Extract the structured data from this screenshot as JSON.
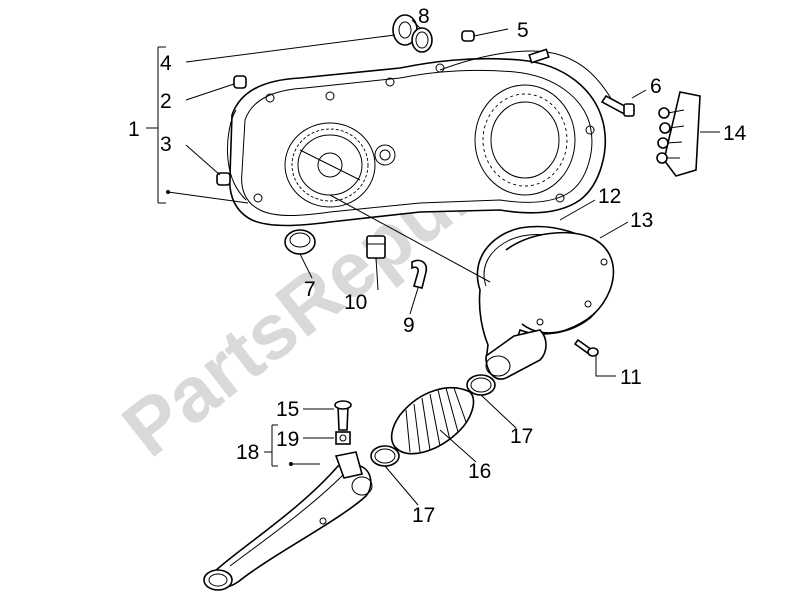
{
  "watermark": {
    "text": "PartsRepublik",
    "color": "#d9d9d9"
  },
  "callouts": [
    {
      "id": "c1",
      "text": "1"
    },
    {
      "id": "c2",
      "text": "2"
    },
    {
      "id": "c3",
      "text": "3"
    },
    {
      "id": "c4",
      "text": "4"
    },
    {
      "id": "c5",
      "text": "5"
    },
    {
      "id": "c6",
      "text": "6"
    },
    {
      "id": "c7",
      "text": "7"
    },
    {
      "id": "c8",
      "text": "8"
    },
    {
      "id": "c9",
      "text": "9"
    },
    {
      "id": "c10",
      "text": "10"
    },
    {
      "id": "c11",
      "text": "11"
    },
    {
      "id": "c12",
      "text": "12"
    },
    {
      "id": "c13",
      "text": "13"
    },
    {
      "id": "c14",
      "text": "14"
    },
    {
      "id": "c15",
      "text": "15"
    },
    {
      "id": "c16",
      "text": "16"
    },
    {
      "id": "c17a",
      "text": "17"
    },
    {
      "id": "c17b",
      "text": "17"
    },
    {
      "id": "c18",
      "text": "18"
    },
    {
      "id": "c19",
      "text": "19"
    }
  ]
}
